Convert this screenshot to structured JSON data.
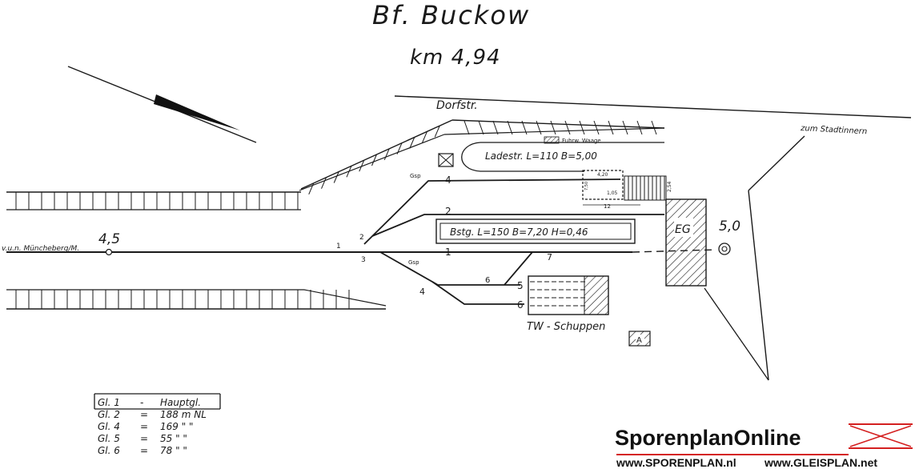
{
  "title": "Bf. Buckow",
  "km": "km 4,94",
  "streets": {
    "dorfstr": "Dorfstr.",
    "stadtinnern": "zum Stadtinnern",
    "ladestr": "Ladestr.   L=110   B=5,00",
    "fuhrwerkswaage": "Fuhrw. Waage"
  },
  "platform": "Bstg.  L=150  B=7,20  H=0,46",
  "buildings": {
    "eg": "EG",
    "tw_schuppen": "TW - Schuppen",
    "a": "A"
  },
  "km_posts": {
    "left": "4,5",
    "right": "5,0"
  },
  "direction": "v.u.n. Müncheberg/M.",
  "track_numbers": [
    "1",
    "2",
    "4",
    "4",
    "5",
    "6",
    "7"
  ],
  "switch_numbers": [
    "1",
    "2",
    "3",
    "4",
    "6",
    "7"
  ],
  "sperre_labels": [
    "Gsp",
    "Gsp"
  ],
  "ramp_labels": {
    "top": "4,20",
    "side_left": "7,50",
    "mid": "1,05",
    "bottom": "12",
    "side_right": "2,54"
  },
  "track_table": [
    {
      "gleis": "Gl. 1",
      "sep": "-",
      "value": "Hauptgl."
    },
    {
      "gleis": "Gl. 2",
      "sep": "=",
      "value": "188 m NL"
    },
    {
      "gleis": "Gl. 4",
      "sep": "=",
      "value": "169 \" \""
    },
    {
      "gleis": "Gl. 5",
      "sep": "=",
      "value": "55 \" \""
    },
    {
      "gleis": "Gl. 6",
      "sep": "=",
      "value": "78 \" \""
    }
  ],
  "watermark": {
    "brand": "SporenplanOnline",
    "url1": "www.SPORENPLAN.nl",
    "url2": "www.GLEISPLAN.net",
    "accent": "#d42020"
  }
}
